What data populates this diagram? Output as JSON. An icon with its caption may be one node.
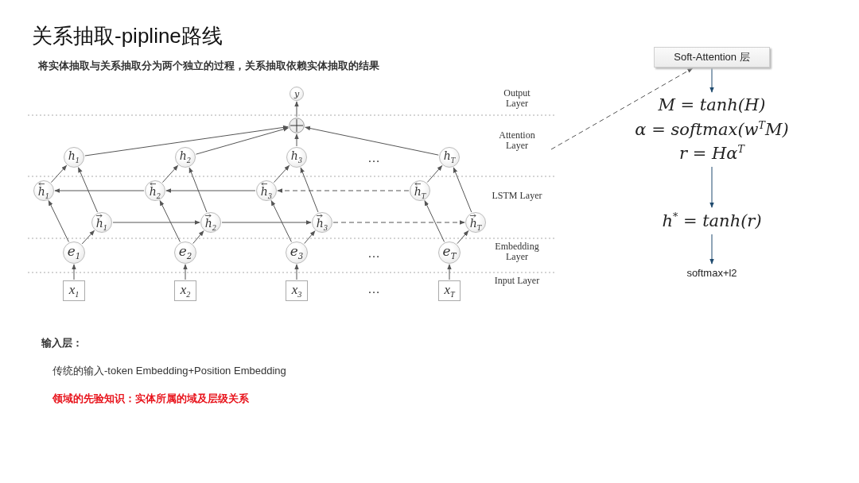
{
  "diagram": {
    "title": "关系抽取-pipline路线",
    "nodes": [
      {
        "text": [
          "y"
        ]
      },
      {
        "text": [],
        "shape": "circle"
      },
      {
        "text": [
          "h$_{1}$"
        ]
      },
      {
        "text": [
          "h$_{2}$"
        ]
      },
      {
        "text": [
          "h$_{3}$"
        ]
      },
      {
        "text": [
          "h$_{T}$"
        ]
      },
      {
        "text": [
          "h$_{1}$"
        ]
      },
      {
        "text": [
          "h$_{2}$"
        ]
      },
      {
        "text": [
          "h$_{3}$"
        ]
      },
      {
        "text": [
          "h$_{T}$"
        ]
      },
      {
        "text": [
          "h$_{1}$"
        ]
      },
      {
        "text": [
          "h$_{2}$"
        ]
      },
      {
        "text": [
          "h$_{3}$"
        ]
      },
      {
        "text": [
          "h$_{T}$"
        ]
      },
      {
        "text": [
          "e$_{1}$"
        ]
      },
      {
        "text": [
          "e$_{2}$"
        ]
      },
      {
        "text": [
          "e$_{3}$"
        ]
      },
      {
        "text": [
          "e$_{T}$"
        ]
      },
      {
        "text": [
          "x$_{1}$"
        ]
      },
      {
        "text": [
          "x$_{2}$"
        ]
      },
      {
        "text": [
          "x$_{3}$"
        ]
      },
      {
        "text": [
          "x$_{T}$"
        ]
      },
      {
        "text": [
          "Soft-Attention 层"
        ]
      },
      {
        "text": [
          "M = tanh(H)",
          "α = softmax(w$^{T}$M)",
          "r = Hα$^{T}$"
        ]
      },
      {
        "text": [
          "h$^{*}$ = tanh(r)"
        ]
      },
      {
        "text": [
          "softmax+l2"
        ]
      }
    ],
    "edges": [
      {
        "from": 18,
        "to": 14,
        "arrow": "to"
      },
      {
        "from": 19,
        "to": 15,
        "arrow": "to"
      },
      {
        "from": 20,
        "to": 16,
        "arrow": "to"
      },
      {
        "from": 21,
        "to": 17,
        "arrow": "to"
      },
      {
        "from": 14,
        "to": 6,
        "arrow": "to"
      },
      {
        "from": 14,
        "to": 10,
        "arrow": "to"
      },
      {
        "from": 15,
        "to": 7,
        "arrow": "to"
      },
      {
        "from": 15,
        "to": 11,
        "arrow": "to"
      },
      {
        "from": 16,
        "to": 8,
        "arrow": "to"
      },
      {
        "from": 16,
        "to": 12,
        "arrow": "to"
      },
      {
        "from": 17,
        "to": 9,
        "arrow": "to"
      },
      {
        "from": 17,
        "to": 13,
        "arrow": "to"
      },
      {
        "from": 10,
        "to": 11,
        "arrow": "to"
      },
      {
        "from": 11,
        "to": 12,
        "arrow": "to"
      },
      {
        "from": 12,
        "to": 13,
        "arrow": "to",
        "style": "dashed"
      },
      {
        "from": 7,
        "to": 6,
        "arrow": "to"
      },
      {
        "from": 8,
        "to": 7,
        "arrow": "to"
      },
      {
        "from": 9,
        "to": 8,
        "arrow": "to",
        "style": "dashed"
      },
      {
        "from": 6,
        "to": 2,
        "arrow": "to"
      },
      {
        "from": 10,
        "to": 2,
        "arrow": "to"
      },
      {
        "from": 7,
        "to": 3,
        "arrow": "to"
      },
      {
        "from": 11,
        "to": 3,
        "arrow": "to"
      },
      {
        "from": 8,
        "to": 4,
        "arrow": "to"
      },
      {
        "from": 12,
        "to": 4,
        "arrow": "to"
      },
      {
        "from": 9,
        "to": 5,
        "arrow": "to"
      },
      {
        "from": 13,
        "to": 5,
        "arrow": "to"
      },
      {
        "from": 2,
        "to": 1,
        "arrow": "to"
      },
      {
        "from": 3,
        "to": 1,
        "arrow": "to"
      },
      {
        "from": 4,
        "to": 1,
        "arrow": "to"
      },
      {
        "from": 5,
        "to": 1,
        "arrow": "to"
      },
      {
        "from": 1,
        "to": 0,
        "arrow": "to"
      },
      {
        "from": null,
        "to": 22,
        "arrow": "to",
        "style": "dashed"
      },
      {
        "from": 22,
        "to": 23,
        "arrow": "to",
        "color": "#1f4a6e"
      },
      {
        "from": 23,
        "to": 24,
        "arrow": "to",
        "color": "#1f4a6e"
      },
      {
        "from": 24,
        "to": 25,
        "arrow": "to",
        "color": "#1f4a6e"
      }
    ],
    "labels": [
      "将实体抽取与关系抽取分为两个独立的过程，关系抽取依赖实体抽取的结果",
      "Output Layer",
      "Attention Layer",
      "…",
      "LSTM Layer",
      "Embedding Layer",
      "…",
      "Input Layer",
      "…",
      "输入层：",
      "传统的输入-token Embedding+Position Embedding",
      "领域的先验知识：实体所属的域及层级关系"
    ]
  }
}
